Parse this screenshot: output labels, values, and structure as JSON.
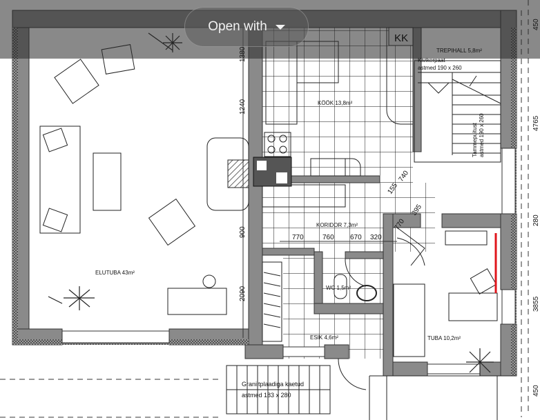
{
  "viewer": {
    "open_with_label": "Open with"
  },
  "plan": {
    "rooms": {
      "living": "ELUTUBA 43m²",
      "kitchen": "KÖÖK 13,8m²",
      "stairhall": "TREPIHALL 5,8m²",
      "corridor": "KORIDOR 7,3m²",
      "wc": "WC 1,5m²",
      "entry": "ESIK 4,6m²",
      "room": "TUBA 10,2m²",
      "kk": "KK"
    },
    "notes": {
      "stone_steps_1": "Kivikerpaat",
      "stone_steps_2": "astmed  190 x 260",
      "oak_steps_1": "Tammepuitust",
      "oak_steps_2": "astmed  190 x 260",
      "granite_1": "Graniitplaadiga kaetud",
      "granite_2": "astmed  183 x 280"
    },
    "dimensions": {
      "d1380": "1380",
      "d1240": "1240",
      "d900": "900",
      "d2090": "2090",
      "d770a": "770",
      "d760": "760",
      "d670": "670",
      "d320": "320",
      "d155": "155",
      "d740": "740",
      "d770b": "770",
      "d395": "395",
      "d4765": "4765",
      "d280": "280",
      "d3855": "3855",
      "d450a": "450",
      "d450b": "450"
    },
    "colors": {
      "wall": "#8a8a8a",
      "highlight": "#e0151b"
    }
  }
}
